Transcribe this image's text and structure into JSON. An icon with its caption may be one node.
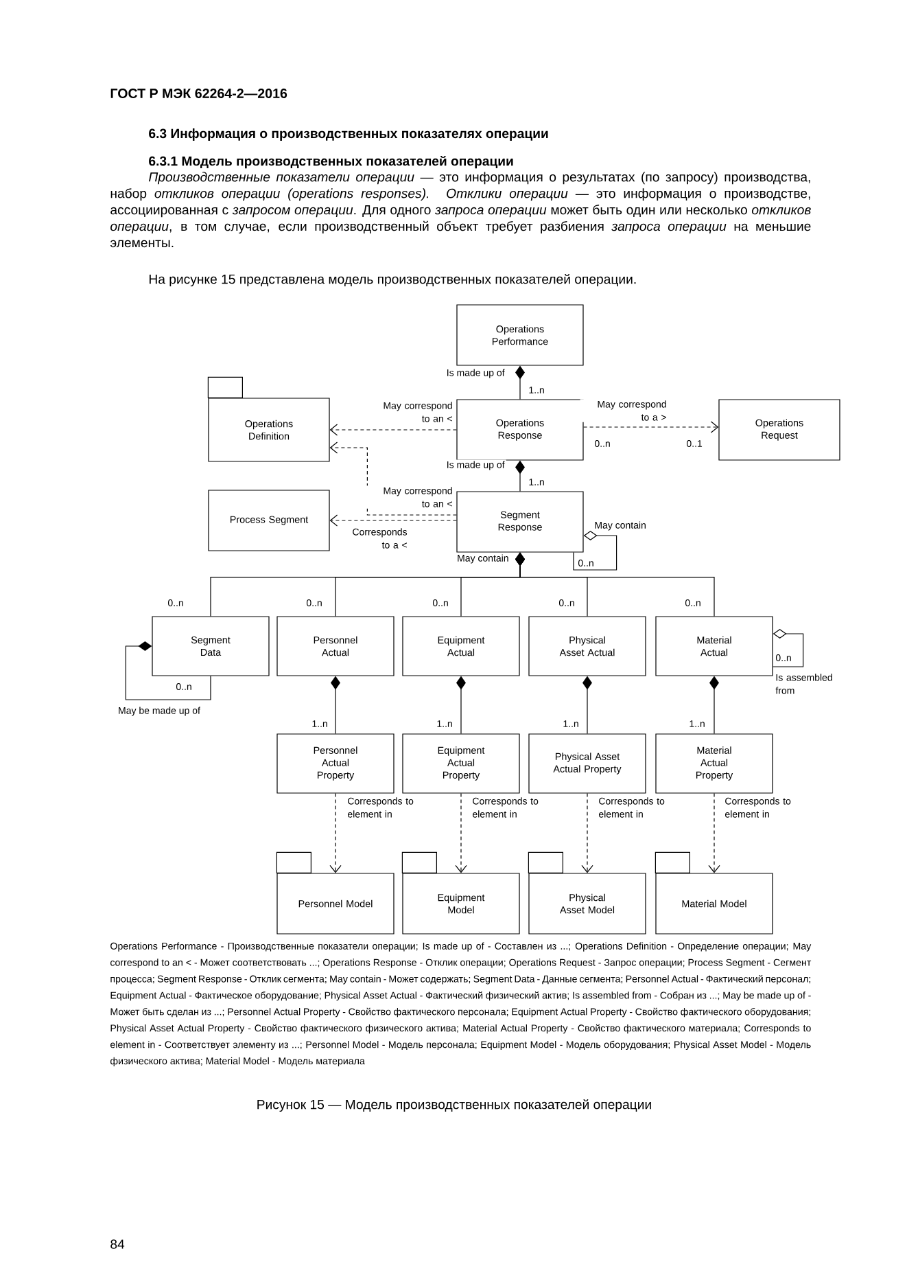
{
  "diagram": {
    "caption": "Рисунок 15 — Модель производственных показателей операции",
    "nodes": [
      {
        "text": [
          "Operations Performance"
        ]
      },
      {
        "text": [
          "Operations Definition"
        ]
      },
      {
        "text": [
          "Operations Response"
        ]
      },
      {
        "text": [
          "Operations Request"
        ]
      },
      {
        "text": [
          "Process Segment"
        ]
      },
      {
        "text": [
          "Segment Response"
        ]
      },
      {
        "text": [
          "Segment Data"
        ]
      },
      {
        "text": [
          "Personnel Actual"
        ]
      },
      {
        "text": [
          "Equipment Actual"
        ]
      },
      {
        "text": [
          "Physical Asset Actual"
        ]
      },
      {
        "text": [
          "Material Actual"
        ]
      },
      {
        "text": [
          "Personnel Actual Property"
        ]
      },
      {
        "text": [
          "Equipment Actual Property"
        ]
      },
      {
        "text": [
          "Physical Asset Actual Property"
        ]
      },
      {
        "text": [
          "Material Actual Property"
        ]
      },
      {
        "text": [
          "Personnel Model"
        ]
      },
      {
        "text": [
          "Equipment Model"
        ]
      },
      {
        "text": [
          "Physical Asset Model"
        ]
      },
      {
        "text": [
          "Material Model"
        ]
      }
    ],
    "edges": [
      {
        "from": 0,
        "to": 2,
        "arrow": "other",
        "label": "Is made up of"
      },
      {
        "from": 2,
        "to": 1,
        "arrow": "to",
        "style": "dashed",
        "label": "May correspond to an <"
      },
      {
        "from": 2,
        "to": 3,
        "arrow": "to",
        "style": "dashed",
        "label": "May correspond to a >"
      },
      {
        "from": 2,
        "to": 5,
        "arrow": "other",
        "label": "Is made up of"
      },
      {
        "from": 5,
        "to": 1,
        "arrow": "to",
        "style": "dashed",
        "label": "May correspond to an <"
      },
      {
        "from": 5,
        "to": 4,
        "arrow": "to",
        "style": "dashed",
        "label": "Corresponds to a <"
      },
      {
        "from": 5,
        "to": 5,
        "arrow": "other",
        "label": "May contain"
      },
      {
        "from": 5,
        "to": 6,
        "arrow": "other",
        "label": "May contain"
      },
      {
        "from": 5,
        "to": 7,
        "arrow": "other"
      },
      {
        "from": 5,
        "to": 8,
        "arrow": "other"
      },
      {
        "from": 5,
        "to": 9,
        "arrow": "other"
      },
      {
        "from": 5,
        "to": 10,
        "arrow": "other"
      },
      {
        "from": 6,
        "to": 6,
        "arrow": "other",
        "label": "May be made up of"
      },
      {
        "from": 10,
        "to": 10,
        "arrow": "other",
        "label": "Is assembled from"
      },
      {
        "from": 7,
        "to": 11,
        "arrow": "other"
      },
      {
        "from": 8,
        "to": 12,
        "arrow": "other"
      },
      {
        "from": 9,
        "to": 13,
        "arrow": "other"
      },
      {
        "from": 10,
        "to": 14,
        "arrow": "other"
      },
      {
        "from": 11,
        "to": 15,
        "arrow": "to",
        "style": "dashed",
        "label": "Corresponds to element in"
      },
      {
        "from": 12,
        "to": 16,
        "arrow": "to",
        "style": "dashed",
        "label": "Corresponds to element in"
      },
      {
        "from": 13,
        "to": 17,
        "arrow": "to",
        "style": "dashed",
        "label": "Corresponds to element in"
      },
      {
        "from": 14,
        "to": 18,
        "arrow": "to",
        "style": "dashed",
        "label": "Corresponds to element in"
      }
    ],
    "labels": [
      "ГОСТ Р МЭК 62264-2—2016",
      "6.3 Информация о производственных показателях операции",
      "6.3.1 Модель производственных показателей операции",
      "*Производственные показатели операции* — это информация о результатах (по запросу) производства, набор *откликов операции (operations responses). Отклики операции* — это информация о производстве, ассоциированная с *запросом операции*. Для одного *запроса операции* может быть один или несколько *откликов операции*, в том случае, если производственный объект требует разбиения *запроса операции* на меньшие элементы.",
      "На рисунке 15 представлена модель производственных показателей операции.",
      "1..n",
      "0..n",
      "0..1",
      "1..n",
      "0..n",
      "0..n",
      "0..n",
      "0..n",
      "0..n",
      "0..n",
      "0..n",
      "0..n",
      "1..n",
      "1..n",
      "1..n",
      "1..n",
      "Operations Performance - Производственные показатели операции; Is made up of - Составлен из ...; Operations Definition - Определение операции; May correspond to an < - Может соответствовать ...; Operations Response - Отклик операции; Operations Request - Запрос операции; Process Segment - Сегмент процесса; Segment Response - Отклик сегмента; May contain - Может содержать; Segment Data - Данные сегмента; Personnel Actual - Фактический персонал; Equipment Actual - Фактическое оборудование; Physical Asset Actual - Фактический физический актив; Is assembled from - Собран из ...; May be made up of - Может быть сделан из ...; Personnel Actual Property - Свойство фактического персонала; Equipment Actual Property - Свойство фактического оборудования; Physical Asset Actual Property - Свойство фактического физического актива; Material Actual Property - Свойство фактического материала; Corresponds to element in - Соответствует элементу из ...; Personnel Model - Модель персонала; Equipment Model - Модель оборудования; Physical Asset Model - Модель физического актива; Material Model - Модель материала",
      "84"
    ]
  }
}
